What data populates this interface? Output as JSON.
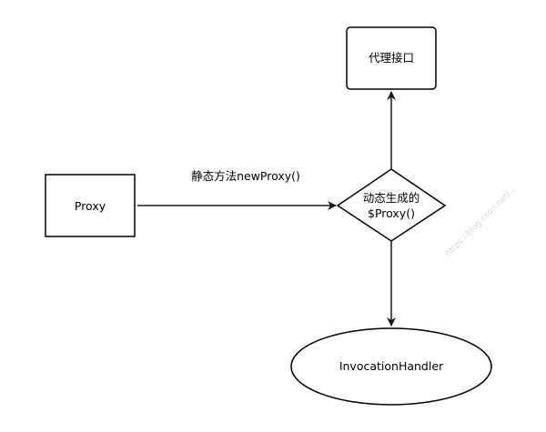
{
  "diagram": {
    "nodes": {
      "proxy": {
        "label": "Proxy"
      },
      "interface": {
        "label": "代理接口"
      },
      "generated": {
        "line1": "动态生成的",
        "line2": "$Proxy()"
      },
      "handler": {
        "label": "InvocationHandler"
      }
    },
    "edges": {
      "proxy_to_generated": {
        "label": "静态方法newProxy()"
      }
    },
    "watermark": "https://blog.csdn.net/..."
  },
  "colors": {
    "stroke": "#000000",
    "background": "#ffffff",
    "arrow": "#1a1a1a"
  }
}
